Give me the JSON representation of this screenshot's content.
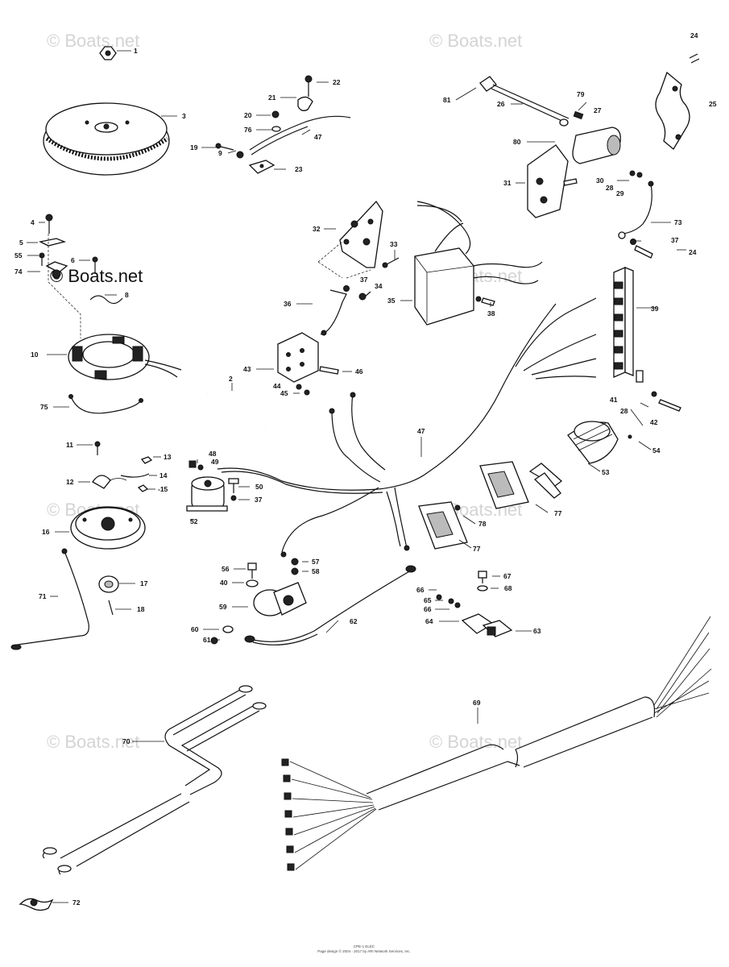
{
  "watermark": "© Boats.net",
  "footer": {
    "line1": "CPE-1 ELEC",
    "line2": "Page design © 2004 - 2017 by ARI Network Services, Inc."
  },
  "callouts": [
    "1",
    "3",
    "4",
    "5",
    "55",
    "74",
    "6",
    "8",
    "10",
    "75",
    "11",
    "12",
    "13",
    "14",
    "-15",
    "16",
    "17",
    "18",
    "71",
    "2",
    "19",
    "20",
    "21",
    "22",
    "76",
    "47",
    "9",
    "23",
    "32",
    "33",
    "34",
    "37",
    "36",
    "35",
    "38",
    "43",
    "44",
    "45",
    "46",
    "48",
    "49",
    "50",
    "37",
    "52",
    "56",
    "57",
    "58",
    "40",
    "59",
    "60",
    "61",
    "62",
    "81",
    "79",
    "26",
    "27",
    "80",
    "31",
    "30",
    "28",
    "29",
    "73",
    "37",
    "24",
    "24",
    "25",
    "39",
    "41",
    "28",
    "42",
    "54",
    "53",
    "77",
    "78",
    "77",
    "67",
    "68",
    "66",
    "65",
    "66",
    "64",
    "63",
    "69",
    "70",
    "72",
    "47"
  ]
}
